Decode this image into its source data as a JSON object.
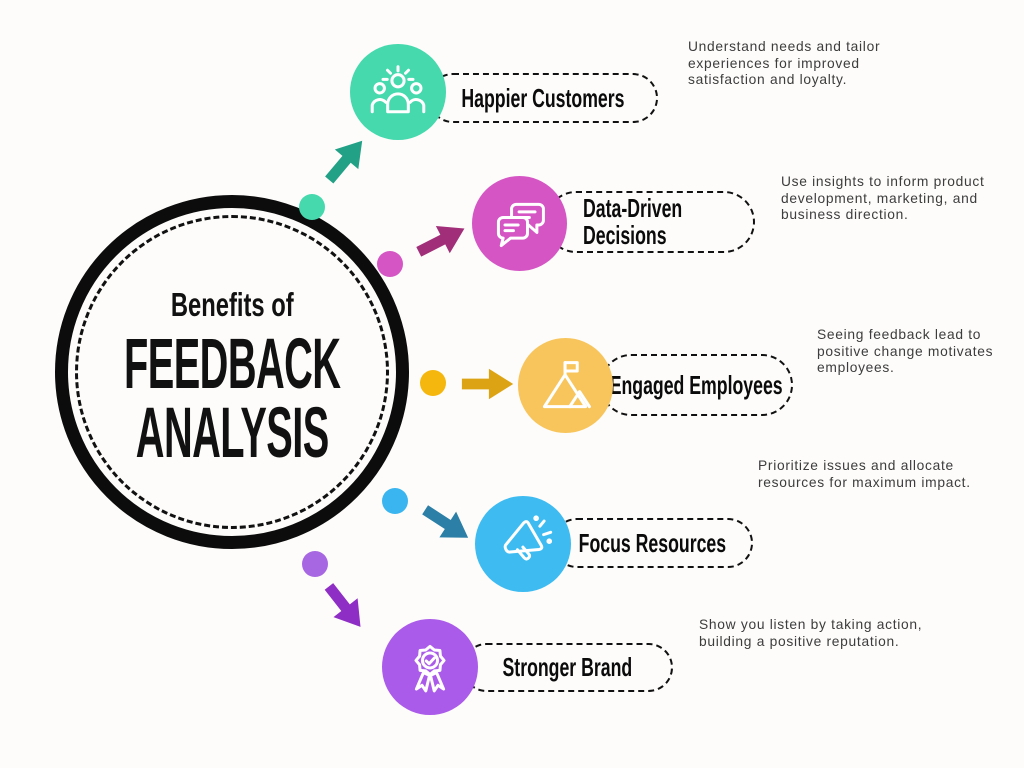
{
  "title": {
    "pre": "Benefits of",
    "line1": "FEEDBACK",
    "line2": "ANALYSIS"
  },
  "benefits": [
    {
      "label": "Happier Customers",
      "description": "Understand needs and tailor experiences for improved satisfaction and loyalty.",
      "icon": "team-icon",
      "circle_color": "#45D9AD",
      "arrow_color": "#22A186",
      "dot_color": "#45D9AD"
    },
    {
      "label": "Data-Driven Decisions",
      "description": "Use insights to inform product development, marketing, and business direction.",
      "icon": "chat-bubbles-icon",
      "circle_color": "#D455C3",
      "arrow_color": "#A12E78",
      "dot_color": "#D455C3"
    },
    {
      "label": "Engaged Employees",
      "description": "Seeing feedback lead to positive change motivates employees.",
      "icon": "mountain-flag-icon",
      "circle_color": "#F7C55C",
      "arrow_color": "#DCA414",
      "dot_color": "#F5B70D"
    },
    {
      "label": "Focus Resources",
      "description": "Prioritize issues and allocate resources for maximum impact.",
      "icon": "megaphone-icon",
      "circle_color": "#3EBCF2",
      "arrow_color": "#2C7FA6",
      "dot_color": "#3AB5EF"
    },
    {
      "label": "Stronger Brand",
      "description": "Show you listen by taking action, building a positive reputation.",
      "icon": "award-badge-icon",
      "circle_color": "#AB5BE9",
      "arrow_color": "#8F2EC4",
      "dot_color": "#A766E2"
    }
  ],
  "colors": {
    "background": "#FDFCFA",
    "ring": "#0C0C0C",
    "body_text": "#3D3D3D",
    "icon_stroke": "#FFFFFF"
  }
}
